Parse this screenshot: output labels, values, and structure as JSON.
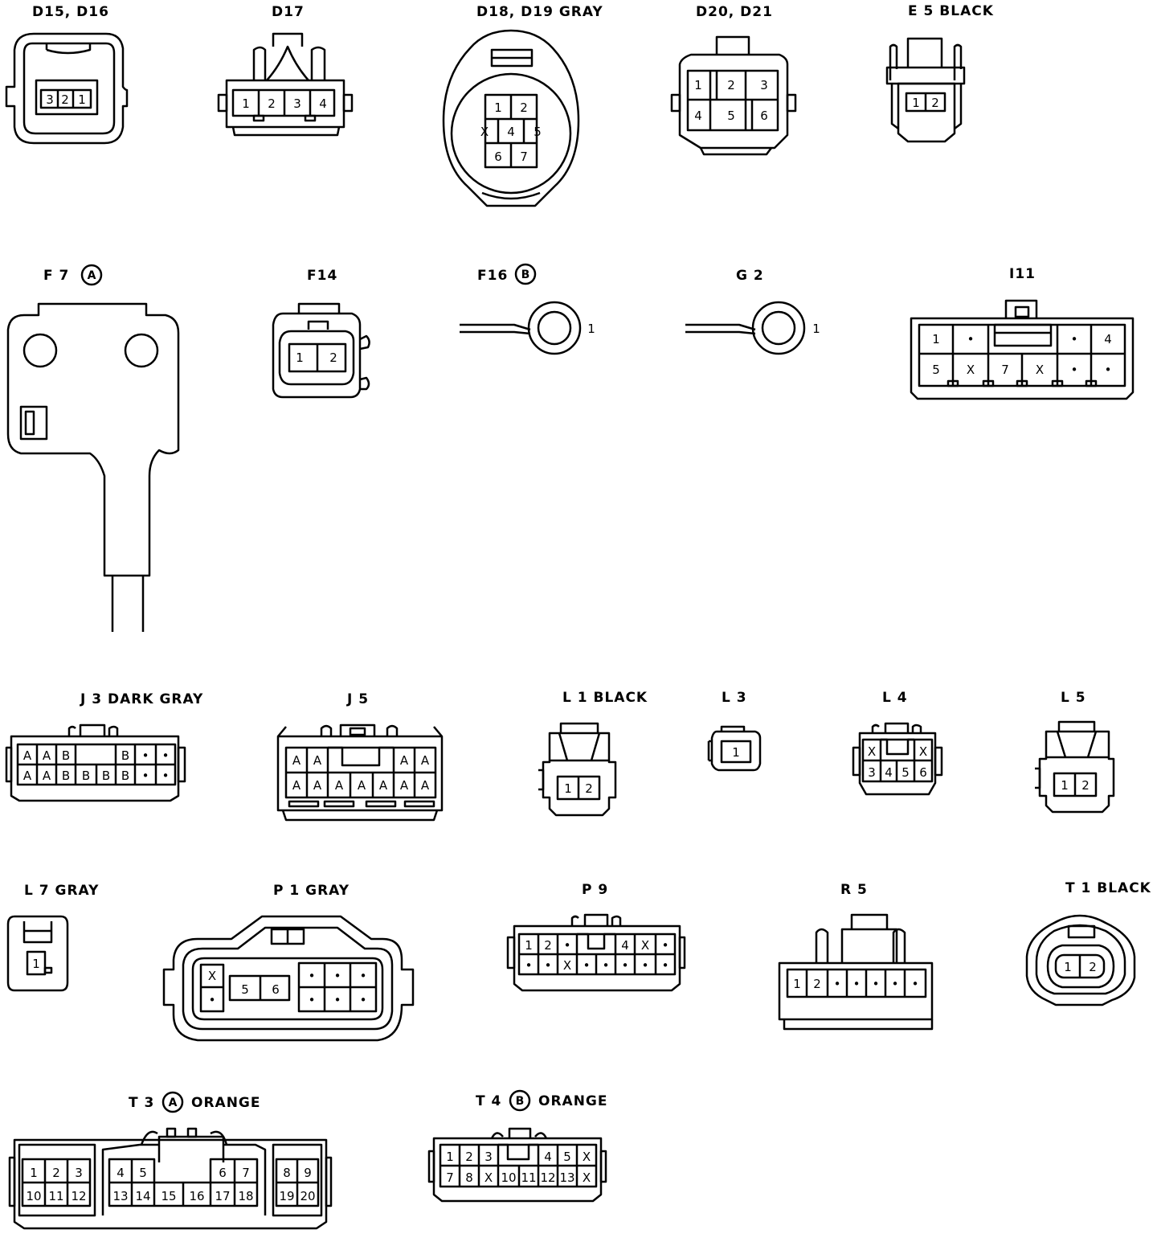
{
  "colors": {
    "ink": "#000000",
    "background": "#ffffff"
  },
  "connectors": [
    {
      "id": "D15,D16",
      "label": "D15, D16",
      "pins": [
        "3",
        "2",
        "1"
      ]
    },
    {
      "id": "D17",
      "label": "D17",
      "pins": [
        "1",
        "2",
        "3",
        "4"
      ]
    },
    {
      "id": "D18,D19",
      "label": "D18, D19 GRAY",
      "pins": [
        "1",
        "2",
        "X",
        "4",
        "5",
        "6",
        "7"
      ]
    },
    {
      "id": "D20,D21",
      "label": "D20, D21",
      "pins": [
        "1",
        "2",
        "3",
        "4",
        "5",
        "6"
      ]
    },
    {
      "id": "E5",
      "label": "E 5 BLACK",
      "pins": [
        "1",
        "2"
      ]
    },
    {
      "id": "F7",
      "label": "F 7",
      "circled": "A",
      "pins": []
    },
    {
      "id": "F14",
      "label": "F14",
      "pins": [
        "1",
        "2"
      ]
    },
    {
      "id": "F16",
      "label": "F16",
      "circled": "B",
      "pins": [
        "1"
      ]
    },
    {
      "id": "G2",
      "label": "G 2",
      "pins": [
        "1"
      ]
    },
    {
      "id": "I11",
      "label": "I11",
      "rows": [
        [
          "1",
          "•",
          "",
          "",
          "•",
          "4"
        ],
        [
          "5",
          "X",
          "7",
          "X",
          "•",
          "•"
        ]
      ]
    },
    {
      "id": "J3",
      "label": "J 3 DARK GRAY",
      "rows": [
        [
          "A",
          "A",
          "B",
          "",
          "",
          "B",
          "•",
          "•"
        ],
        [
          "A",
          "A",
          "B",
          "B",
          "B",
          "B",
          "•",
          "•"
        ]
      ]
    },
    {
      "id": "J5",
      "label": "J 5",
      "rows": [
        [
          "A",
          "A",
          "",
          "",
          "",
          "A",
          "A"
        ],
        [
          "A",
          "A",
          "A",
          "A",
          "A",
          "A",
          "A"
        ]
      ]
    },
    {
      "id": "L1",
      "label": "L 1 BLACK",
      "pins": [
        "1",
        "2"
      ]
    },
    {
      "id": "L3",
      "label": "L 3",
      "pins": [
        "1"
      ]
    },
    {
      "id": "L4",
      "label": "L 4",
      "rows": [
        [
          "X",
          "",
          "",
          "X"
        ],
        [
          "3",
          "4",
          "5",
          "6"
        ]
      ]
    },
    {
      "id": "L5",
      "label": "L 5",
      "pins": [
        "1",
        "2"
      ]
    },
    {
      "id": "L7",
      "label": "L 7 GRAY",
      "pins": [
        "1"
      ]
    },
    {
      "id": "P1",
      "label": "P 1 GRAY",
      "pins": [
        "X",
        "•",
        "5",
        "6",
        "•",
        "•",
        "•",
        "•",
        "•",
        "•"
      ]
    },
    {
      "id": "P9",
      "label": "P 9",
      "rows": [
        [
          "1",
          "2",
          "•",
          "",
          "",
          "4",
          "X",
          "•"
        ],
        [
          "•",
          "•",
          "X",
          "•",
          "•",
          "•",
          "•",
          "•"
        ]
      ]
    },
    {
      "id": "R5",
      "label": "R 5",
      "pins": [
        "1",
        "2",
        "•",
        "•",
        "•",
        "•",
        "•"
      ]
    },
    {
      "id": "T1",
      "label": "T 1 BLACK",
      "pins": [
        "1",
        "2"
      ]
    },
    {
      "id": "T3",
      "label": "T 3",
      "circled": "A",
      "color_word": "ORANGE",
      "rows": [
        [
          "1",
          "2",
          "3",
          "4",
          "5",
          "6",
          "7",
          "8",
          "9"
        ],
        [
          "10",
          "11",
          "12",
          "13",
          "14",
          "15",
          "16",
          "17",
          "18",
          "19",
          "20"
        ]
      ]
    },
    {
      "id": "T4",
      "label": "T 4",
      "circled": "B",
      "color_word": "ORANGE",
      "rows": [
        [
          "1",
          "2",
          "3",
          "4",
          "5",
          "X"
        ],
        [
          "7",
          "8",
          "X",
          "10",
          "11",
          "12",
          "13",
          "X"
        ]
      ]
    }
  ]
}
